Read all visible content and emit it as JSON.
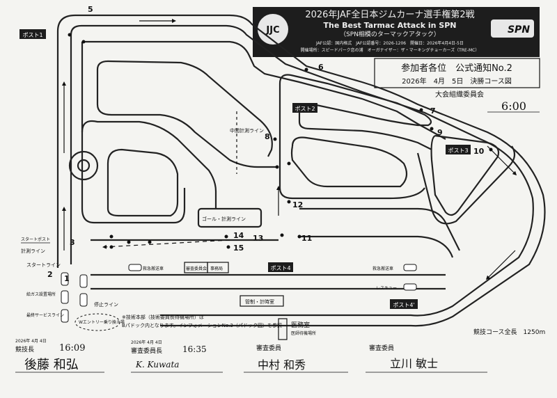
{
  "header": {
    "line1": "2026年JAF全日本ジムカーナ選手権第2戦",
    "line2": "The Best Tarmac Attack in SPN",
    "line3": "（SPN相模のターマックアタック）",
    "line4": "JAF公認：国内格式　JAF公認番号：2026-1206　開催日：2026年4月4日-5日",
    "line5": "開催場所：スピードパーク恋の浦　オーガナイザー：ザ・マーキングチョーカーズ（TRE-MC）",
    "logo_left": "JJC",
    "logo_right": "SPN"
  },
  "notice": {
    "title": "参加者各位　公式通知No.2",
    "subtitle": "2026年　4月　5日　決勝コース図",
    "org": "大会組織委員会",
    "time": "6:00"
  },
  "posts": {
    "p1": "ポスト1",
    "p2": "ポスト2",
    "p3": "ポスト3",
    "p4": "ポスト4",
    "p4b": "ポスト4'",
    "start_post": "スタートポスト"
  },
  "numbers": [
    "1",
    "2",
    "3",
    "5",
    "6",
    "7",
    "8",
    "9",
    "10",
    "11",
    "12",
    "13",
    "14",
    "15"
  ],
  "labels": {
    "mid_timing": "中間計測ライン",
    "goal_line": "ゴール・計測ライン",
    "timing_line": "計測ライン",
    "start_line": "スタートライン",
    "gas_area": "給ガス設置場所",
    "service_lane": "最終サービスライン",
    "stop_line": "停止ライン",
    "w_entry": "Wエントリー乗り換え場",
    "rescue": "救急搬送車",
    "rescue2": "救急搬送車",
    "rescue_car": "レスキュー",
    "tech_inspection": "審査委員会",
    "office": "事務局",
    "control": "管制・計時室",
    "medical": "医務室",
    "medical_sub": "医師待機場所",
    "note1": "※技術本部（技術委員長待機場所）は",
    "note2": "Bパドック内となります。インフォメーションNo.3（パドック図）を参照",
    "length": "競技コース全長　1250m"
  },
  "signatures": {
    "s1_date": "2026年 4月 4日",
    "s1_title": "競技長",
    "s1_time": "16:09",
    "s1_name": "後藤 和弘",
    "s2_date": "2026年 4月 4日",
    "s2_title": "審査委員長",
    "s2_time": "16:35",
    "s2_name": "K. Kuwata",
    "s3_title": "審査委員",
    "s3_name": "中村 和秀",
    "s4_title": "審査委員",
    "s4_name": "立川 敏士"
  }
}
